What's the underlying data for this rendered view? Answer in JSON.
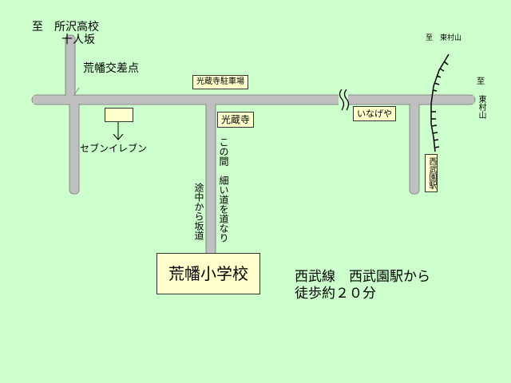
{
  "labels": {
    "dest_tokorozawa": "至　所沢高校",
    "slope_10nin": "十人坂",
    "intersection": "荒幡交差点",
    "dest_higashimurayama_top": "至　東村山",
    "dest_higashimurayama_right_1": "至",
    "dest_higashimurayama_right_2": "東村山",
    "parking": "光蔵寺駐車場",
    "temple": "光蔵寺",
    "shop": "いなげや",
    "seven_eleven": "セブンイレブン",
    "narrow_road": "この間　細い道を道なり",
    "slope_midway": "途中から坂道",
    "station": "西武園駅",
    "school": "荒幡小学校",
    "directions_line1": "西武線　西武園駅から",
    "directions_line2": "徒歩約２０分"
  },
  "colors": {
    "background": "#ccffcc",
    "road": "#c0c0c0",
    "road_edge": "#8a8a8a",
    "label_box": "#ffffcc",
    "rail": "#000000"
  },
  "icons": {
    "road_break": "wavy-break-icon",
    "railway": "railway-track-icon",
    "arrow": "down-arrow-icon"
  }
}
